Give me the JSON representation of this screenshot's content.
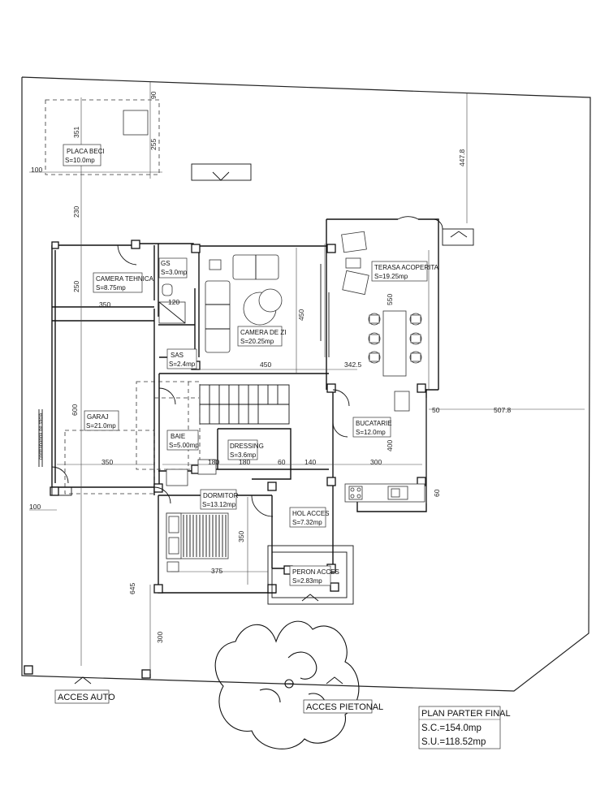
{
  "plan": {
    "title_block": {
      "title": "PLAN PARTER FINAL",
      "built_area": "S.C.=154.0mp",
      "usable_area": "S.U.=118.52mp"
    },
    "access": {
      "car": "ACCES AUTO",
      "pedestrian": "ACCES PIETONAL"
    },
    "rooms": [
      {
        "name": "PLACA BECI",
        "area": "S=10.0mp"
      },
      {
        "name": "CAMERA TEHNICA",
        "area": "S=8.75mp"
      },
      {
        "name": "GS",
        "area": "S=3.0mp"
      },
      {
        "name": "CAMERA DE ZI",
        "area": "S=20.25mp"
      },
      {
        "name": "TERASA ACOPERITA",
        "area": "S=19.25mp"
      },
      {
        "name": "SAS",
        "area": "S=2.4mp"
      },
      {
        "name": "GARAJ",
        "area": "S=21.0mp"
      },
      {
        "name": "BAIE",
        "area": "S=5.00mp"
      },
      {
        "name": "DRESSING",
        "area": "S=3.6mp"
      },
      {
        "name": "BUCATARIE",
        "area": "S=12.0mp"
      },
      {
        "name": "DORMITOR",
        "area": "S=13.12mp"
      },
      {
        "name": "HOL ACCES",
        "area": "S=7.32mp"
      },
      {
        "name": "PERON ACCES",
        "area": "S=2.83mp"
      }
    ],
    "notes": {
      "rail": "contrabandă de sticlă"
    },
    "dimensions": {
      "d100a": "100",
      "d351": "351",
      "d90": "90",
      "d255": "255",
      "d447_8": "447.8",
      "d230": "230",
      "d250": "250",
      "d350a": "350",
      "d120": "120",
      "d450v": "450",
      "d450h": "450",
      "d342_5": "342.5",
      "d550": "550",
      "d600": "600",
      "d50": "50",
      "d507_8": "507.8",
      "d400": "400",
      "d350b": "350",
      "d180a": "180",
      "d180b": "180",
      "d60a": "60",
      "d140": "140",
      "d300a": "300",
      "d60b": "60",
      "d100b": "100",
      "d350c": "350",
      "d375": "375",
      "d645": "645",
      "d300b": "300"
    }
  }
}
